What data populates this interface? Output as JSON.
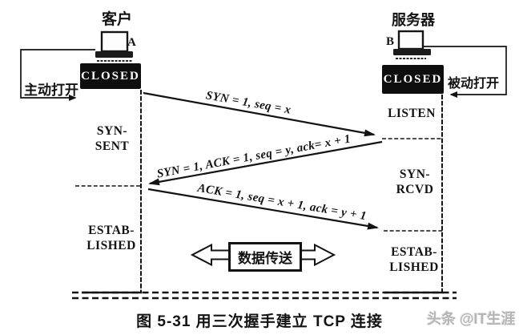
{
  "figure": {
    "caption": "图 5-31   用三次握手建立 TCP 连接",
    "watermark": "头条 @IT生涯"
  },
  "client": {
    "title": "客户",
    "host_label": "A",
    "closed_state": "CLOSED",
    "open_action": "主动打开",
    "state_syn_sent": "SYN-\nSENT",
    "state_established": "ESTAB-\nLISHED"
  },
  "server": {
    "title": "服务器",
    "host_label": "B",
    "closed_state": "CLOSED",
    "open_action": "被动打开",
    "state_listen": "LISTEN",
    "state_syn_rcvd": "SYN-\nRCVD",
    "state_established": "ESTAB-\nLISHED"
  },
  "messages": {
    "syn": "SYN = 1, seq = x",
    "syn_ack": "SYN = 1, ACK = 1, seq = y, ack= x + 1",
    "ack": "ACK = 1, seq = x + 1, ack = y + 1"
  },
  "data_transfer": {
    "label": "数据传送"
  },
  "colors": {
    "ink": "#131313",
    "state_box_bg": "#0e0e0e",
    "state_box_text": "#ffffff",
    "watermark_gray": "#b5b5b5"
  }
}
